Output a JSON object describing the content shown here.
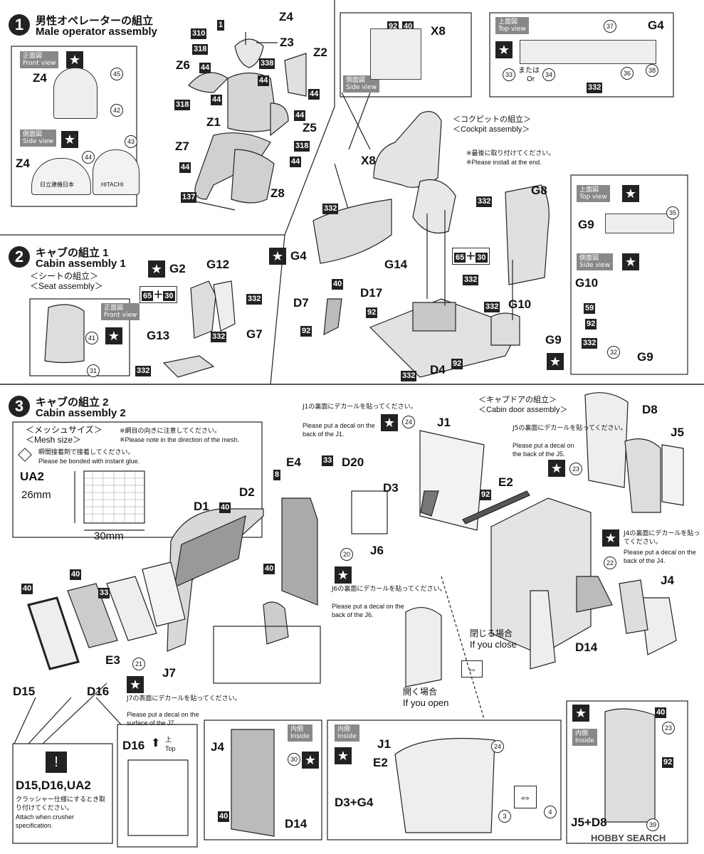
{
  "step1": {
    "number": "1",
    "title_jp": "男性オペレーターの組立",
    "title_en": "Male operator assembly",
    "front_view_jp": "正面図",
    "front_view_en": "Front view",
    "side_view_jp": "側面図",
    "side_view_en": "Side view",
    "helmet_label": "Z4",
    "helmet_label_side": "Z4",
    "helmet_text_hitachi": "HITACHI",
    "helmet_text_jp": "日立建機日本",
    "decals": [
      "45",
      "42",
      "44",
      "43"
    ],
    "parts": [
      "Z4",
      "Z3",
      "Z2",
      "Z6",
      "Z1",
      "Z5",
      "Z7",
      "Z8"
    ],
    "part_numbers": [
      "1",
      "310",
      "318",
      "338",
      "44",
      "44",
      "318",
      "44",
      "44",
      "318",
      "44",
      "44",
      "137"
    ]
  },
  "step2": {
    "number": "2",
    "title_jp": "キャブの組立 1",
    "title_en": "Cabin assembly 1",
    "seat_jp": "＜シートの組立＞",
    "seat_en": "＜Seat assembly＞",
    "front_view_jp": "正面図",
    "front_view_en": "Front view",
    "seat_decals": [
      "41",
      "31"
    ],
    "seat_parts": [
      "G2",
      "G12",
      "G13",
      "G7"
    ],
    "seat_numbers": [
      "65",
      "30",
      "332",
      "332",
      "332"
    ],
    "cockpit_jp": "＜コクピットの組立＞",
    "cockpit_en": "＜Cockpit assembly＞",
    "install_note_jp": "※最後に取り付けてください。",
    "install_note_en": "※Please install at the end.",
    "side_view_jp": "側面図",
    "side_view_en": "Side view",
    "top_view_jp": "上面図",
    "top_view_en": "Top view",
    "or_jp": "または",
    "or_en": "Or",
    "cockpit_parts": [
      "X8",
      "X8",
      "G4",
      "G4",
      "G8",
      "G14",
      "D7",
      "D17",
      "D4",
      "G10",
      "G9",
      "G9",
      "G9",
      "G10"
    ],
    "cockpit_numbers": [
      "92",
      "40",
      "332",
      "332",
      "65",
      "30",
      "332",
      "40",
      "92",
      "92",
      "332",
      "92",
      "332",
      "332",
      "59",
      "92",
      "332"
    ],
    "cockpit_decals": [
      "37",
      "33",
      "34",
      "36",
      "38",
      "35",
      "32"
    ]
  },
  "step3": {
    "number": "3",
    "title_jp": "キャブの組立 2",
    "title_en": "Cabin assembly 2",
    "mesh_jp": "＜メッシュサイズ＞",
    "mesh_en": "＜Mesh size＞",
    "mesh_note_jp": "※網目の向きに注意してください。",
    "mesh_note_en": "※Please note in the direction of the mesh.",
    "glue_jp": "瞬間接着剤で接着してください。",
    "glue_en": "Please be bonded with instant glue.",
    "mesh_part": "UA2",
    "mesh_height": "26mm",
    "mesh_width": "30mm",
    "door_jp": "＜キャブドアの組立＞",
    "door_en": "＜Cabin door assembly＞",
    "j1_note_jp": "J1の裏面にデカールを貼ってください。",
    "j1_note_en": "Please put a decal on the back of the J1.",
    "j5_note_jp": "J5の裏面にデカールを貼ってください。",
    "j5_note_en": "Please put a decal on the back of the J5.",
    "j4_note_jp": "J4の裏面にデカールを貼ってください。",
    "j4_note_en": "Please put a decal on the back of the J4.",
    "j6_note_jp": "J6の裏面にデカールを貼ってください。",
    "j6_note_en": "Please put a decal on the back of the J6.",
    "j7_note_jp": "J7の表面にデカールを貼ってください。",
    "j7_note_en": "Please put a decal on the surface of the J7.",
    "close_jp": "閉じる場合",
    "close_en": "If you close",
    "open_jp": "開く場合",
    "open_en": "If you open",
    "crusher_parts": "D15,D16,UA2",
    "crusher_jp": "クラッシャー仕様にするとき取り付けてください。",
    "crusher_en": "Attach when crusher specification.",
    "top_jp": "上",
    "top_en": "Top",
    "inside_jp": "内側",
    "inside_en": "Inside",
    "parts": [
      "J1",
      "E2",
      "D3",
      "D2",
      "D1",
      "E4",
      "D20",
      "J6",
      "E3",
      "J7",
      "D15",
      "D16",
      "D8",
      "J5",
      "J4",
      "D14",
      "D16",
      "J4",
      "D14",
      "J1",
      "E2",
      "D3+G4",
      "J5+D8"
    ],
    "numbers": [
      "92",
      "40",
      "8",
      "33",
      "40",
      "40",
      "40",
      "33",
      "40",
      "30",
      "40",
      "40",
      "92"
    ],
    "decals": [
      "24",
      "20",
      "21",
      "23",
      "22",
      "30",
      "24",
      "3",
      "4",
      "23",
      "39"
    ]
  },
  "watermark": "HOBBY SEARCH"
}
